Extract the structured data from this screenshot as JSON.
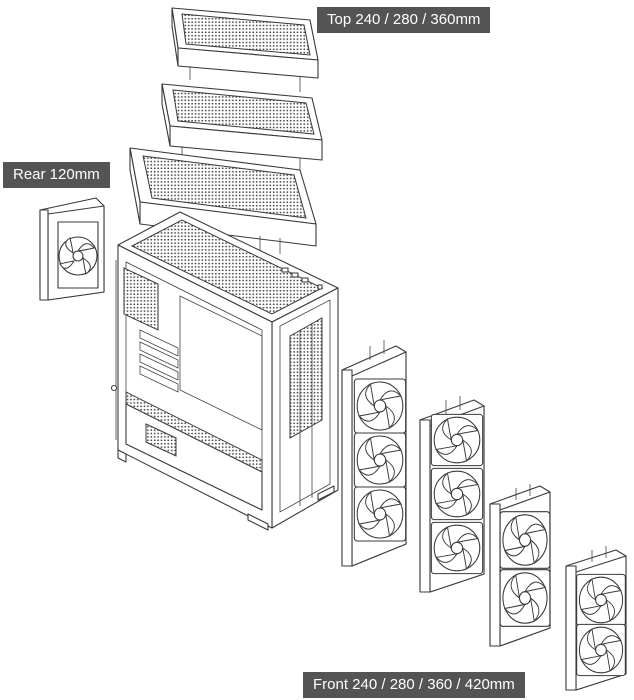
{
  "labels": {
    "top": "Top 240 / 280 / 360mm",
    "rear": "Rear 120mm",
    "front": "Front 240 / 280 / 360 / 420mm"
  },
  "colors": {
    "label_background": "#545454",
    "label_text": "#ffffff",
    "line_art": "#3a3a3a"
  },
  "components": {
    "top_radiators": 3,
    "rear_radiator_fans": 1,
    "front_radiators": [
      {
        "fans": 3
      },
      {
        "fans": 3
      },
      {
        "fans": 2
      },
      {
        "fans": 2
      }
    ]
  }
}
